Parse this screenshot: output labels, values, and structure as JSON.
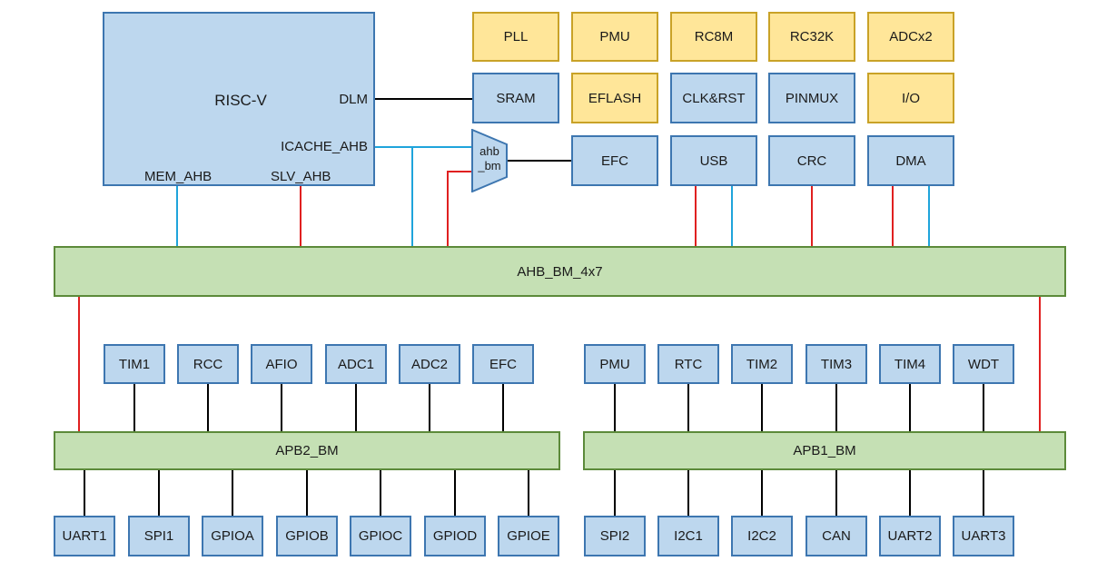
{
  "colors": {
    "cpu_fill": "#bdd7ee",
    "peripheral_fill": "#bdd7ee",
    "peripheral_border": "#3d76b0",
    "analog_fill": "#ffe699",
    "analog_border": "#c9a227",
    "bus_fill": "#c5e0b4",
    "bus_border": "#5c8a3a",
    "master_wire": "#1fa4db",
    "slave_wire": "#e02020",
    "apb_wire": "#000000"
  },
  "cpu": {
    "title": "RISC-V",
    "ports": {
      "dlm": "DLM",
      "icache_ahb": "ICACHE_AHB",
      "mem_ahb": "MEM_AHB",
      "slv_ahb": "SLV_AHB"
    }
  },
  "mux": {
    "line1": "ahb",
    "line2": "_bm"
  },
  "top_blocks": {
    "pll": "PLL",
    "pmu": "PMU",
    "rc8m": "RC8M",
    "rc32k": "RC32K",
    "adcx2": "ADCx2",
    "sram": "SRAM",
    "eflash": "EFLASH",
    "clk_rst": "CLK&RST",
    "pinmux": "PINMUX",
    "io": "I/O",
    "efc": "EFC",
    "usb": "USB",
    "crc": "CRC",
    "dma": "DMA"
  },
  "buses": {
    "ahb": "AHB_BM_4x7",
    "apb2": "APB2_BM",
    "apb1": "APB1_BM"
  },
  "apb2_top": [
    "TIM1",
    "RCC",
    "AFIO",
    "ADC1",
    "ADC2",
    "EFC"
  ],
  "apb2_bottom": [
    "UART1",
    "SPI1",
    "GPIOA",
    "GPIOB",
    "GPIOC",
    "GPIOD",
    "GPIOE"
  ],
  "apb1_top": [
    "PMU",
    "RTC",
    "TIM2",
    "TIM3",
    "TIM4",
    "WDT"
  ],
  "apb1_bottom": [
    "SPI2",
    "I2C1",
    "I2C2",
    "CAN",
    "UART2",
    "UART3"
  ]
}
